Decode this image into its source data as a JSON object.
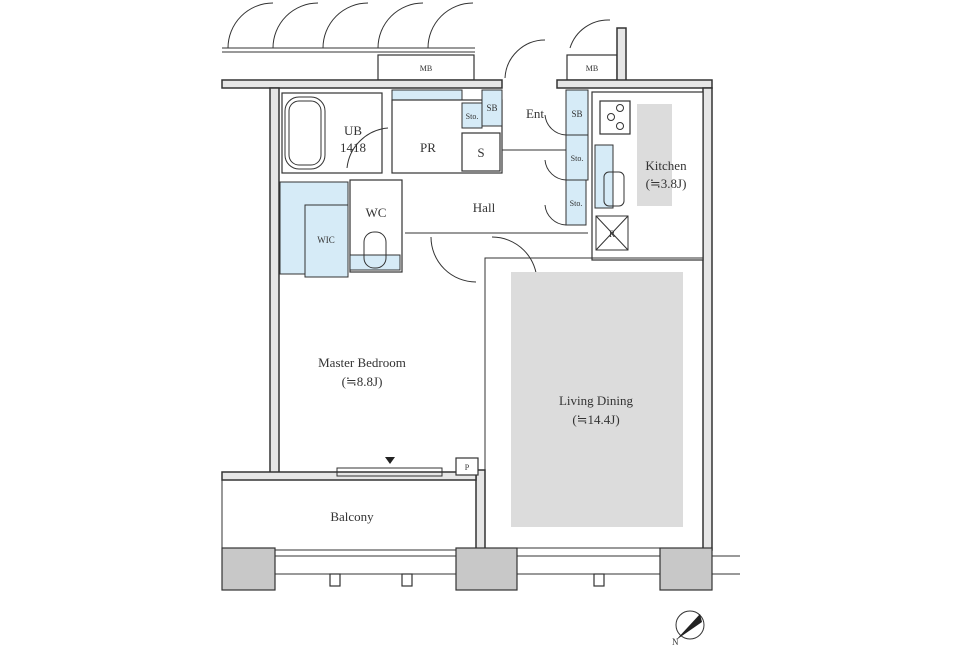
{
  "plan": {
    "mb_left": "MB",
    "mb_right": "MB",
    "ub": "UB",
    "ub_size": "1418",
    "pr": "PR",
    "s": "S",
    "sto_pr": "Sto.",
    "sb_pr": "SB",
    "ent": "Ent",
    "sb_ent": "SB",
    "sto_ent_1": "Sto.",
    "sto_ent_2": "Sto.",
    "kitchen": "Kitchen",
    "kitchen_size": "(≒3.8J)",
    "refrigerator": "R",
    "hall": "Hall",
    "wc": "WC",
    "wic": "WIC",
    "master_bedroom": "Master Bedroom",
    "master_bedroom_size": "(≒8.8J)",
    "living_dining": "Living Dining",
    "living_dining_size": "(≒14.4J)",
    "pipe_space": "P",
    "balcony": "Balcony",
    "compass_north": "N"
  },
  "colors": {
    "storage": "#d6ebf7",
    "furniture": "#dcdcdc",
    "wall": "#e6e6e6"
  }
}
